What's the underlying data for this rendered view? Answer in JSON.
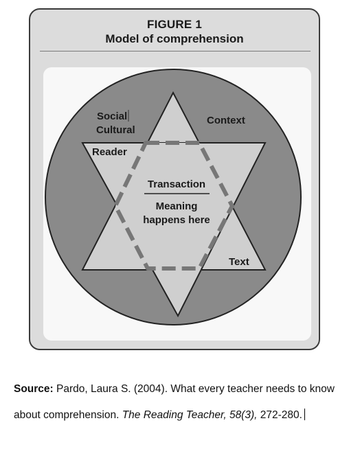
{
  "figure": {
    "label": "FIGURE 1",
    "title": "Model of comprehension"
  },
  "diagram": {
    "labels": {
      "social": "Social",
      "cultural": "Cultural",
      "context": "Context",
      "reader": "Reader",
      "text": "Text",
      "transaction": "Transaction",
      "meaning_line1": "Meaning",
      "meaning_line2": "happens here"
    },
    "colors": {
      "circle": "#8a8a8a",
      "triangles": "#cfcfcf",
      "outline": "#222222",
      "dashes": "#777777",
      "frame_bg": "#dcdcdc",
      "panel_bg": "#f8f8f8"
    }
  },
  "citation": {
    "source_label": "Source:",
    "authors_year_title": " Pardo, Laura S. (2004). What every teacher needs to know about comprehension. ",
    "journal": "The Reading Teacher, 58(3),",
    "pages": " 272-280."
  }
}
